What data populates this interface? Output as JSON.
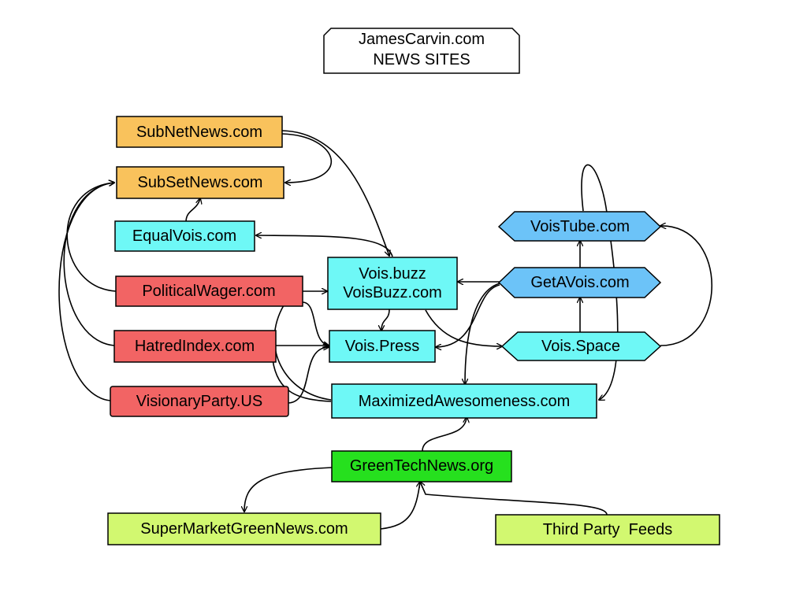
{
  "title": {
    "line1": "JamesCarvin.com",
    "line2": "NEWS SITES"
  },
  "colors": {
    "orange": "#f9c25c",
    "cyan": "#6ef8f6",
    "blue": "#6cc3f8",
    "red": "#f26464",
    "green": "#26e01e",
    "lime": "#d2f870"
  },
  "nodes": {
    "subnetnews": "SubNetNews.com",
    "subsetnews": "SubSetNews.com",
    "equalvois": "EqualVois.com",
    "politicalwager": "PoliticalWager.com",
    "hatredindex": "HatredIndex.com",
    "visionaryparty": "VisionaryParty.US",
    "voisbuzz_1": "Vois.buzz",
    "voisbuzz_2": "VoisBuzz.com",
    "voispress": "Vois.Press",
    "maximized": "MaximizedAwesomeness.com",
    "voistube": "VoisTube.com",
    "getavois": "GetAVois.com",
    "voisspace": "Vois.Space",
    "greentech": "GreenTechNews.org",
    "supermarket": "SuperMarketGreenNews.com",
    "thirdparty": "Third Party  Feeds"
  }
}
